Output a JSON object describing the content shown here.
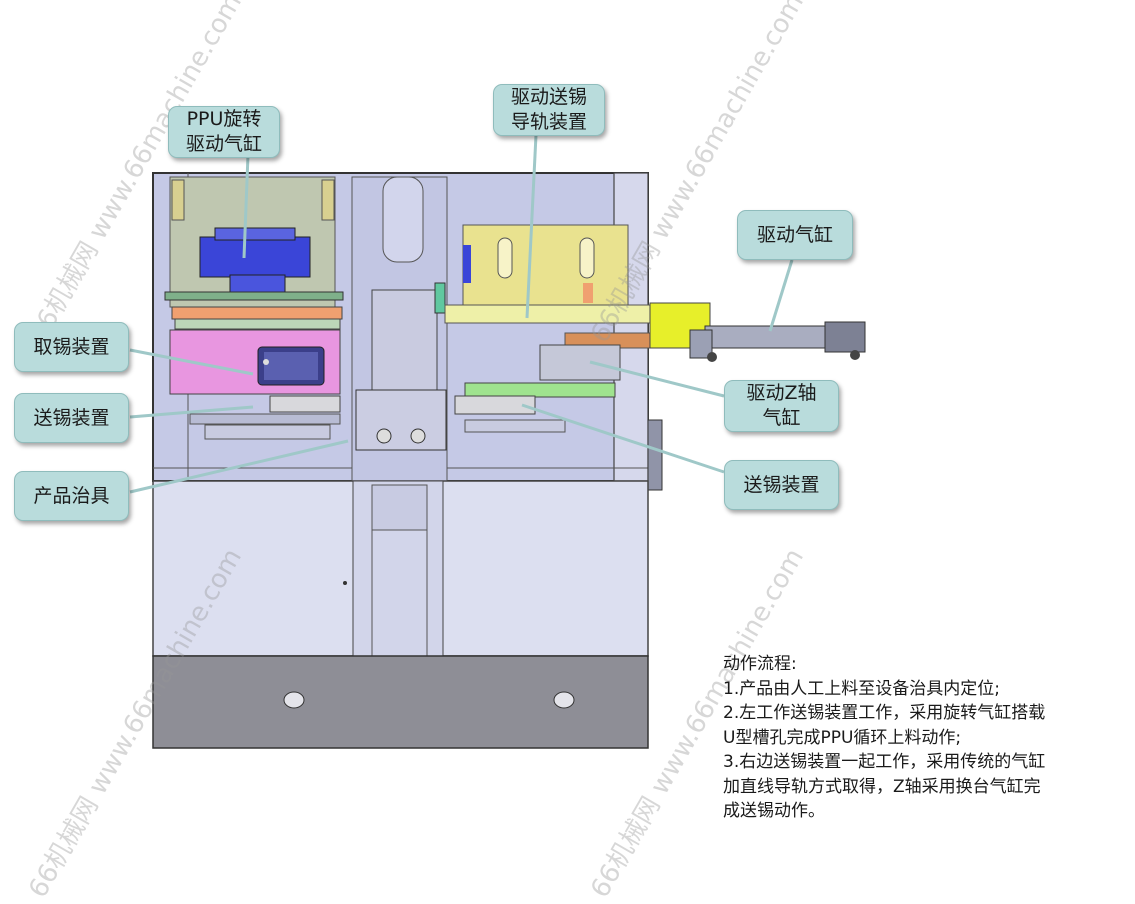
{
  "callouts": {
    "ppu_rotate": [
      "PPU旋转",
      "驱动气缸"
    ],
    "rail": [
      "驱动送锡",
      "导轨装置"
    ],
    "cylinder_right": "驱动气缸",
    "take_tin": "取锡装置",
    "feed_tin_left": "送锡装置",
    "fixture": "产品治具",
    "z_axis": [
      "驱动Z轴",
      "气缸"
    ],
    "feed_tin_right": "送锡装置"
  },
  "description": {
    "heading": "动作流程:",
    "lines": [
      "1.产品由人工上料至设备治具内定位;",
      "2.左工作送锡装置工作，采用旋转气缸搭载",
      "U型槽孔完成PPU循环上料动作;",
      "3.右边送锡装置一起工作，采用传统的气缸",
      "加直线导轨方式取得，Z轴采用换台气缸完",
      "成送锡动作。"
    ]
  },
  "watermark": "66机械网 www.66machine.com",
  "colors": {
    "callout_fill": "#b9dcdc",
    "machine_body": "#c9cde8",
    "lower_panel": "#dcdff0",
    "base_plate": "#8e8e96",
    "yellow_plate": "#e9e28f",
    "pink_block": "#e896e0",
    "green_part": "#9fe38f",
    "blue_motor": "#3a45d8",
    "orange_part": "#f0a070"
  }
}
